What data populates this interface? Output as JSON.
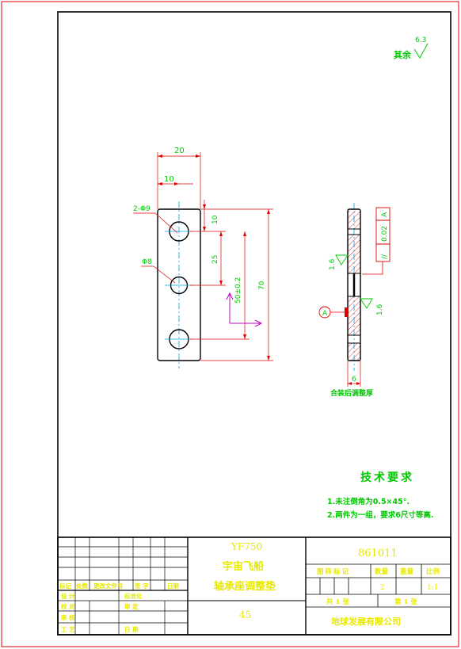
{
  "roughness": {
    "label": "其余",
    "value": "6.3"
  },
  "front_view": {
    "dim_width": "20",
    "dim_hole_x": "10",
    "dim_top": "10",
    "dim_pitch1": "25",
    "dim_pitch2": "50±0.2",
    "dim_height": "70",
    "label_holes": "2-Φ9",
    "label_center": "Φ8"
  },
  "side_view": {
    "roughness_left": "1.6",
    "roughness_right": "1.6",
    "parallel_symbol": "//",
    "parallel_tol": "0.02",
    "parallel_datum": "A",
    "datum_label": "A",
    "dim_thickness": "6",
    "note": "合装后调整厚"
  },
  "tech_req": {
    "title": "技术要求",
    "line1": "1.未注倒角为0.5×45°.",
    "line2": "2.两件为一组，要求6尺寸等高."
  },
  "title_block": {
    "product": "YF750",
    "name1": "宇宙飞船",
    "name2": "轴承座调整垫",
    "material": "45",
    "drawing_no": "861011",
    "hdr_mark": "图样标记",
    "hdr_qty": "数量",
    "hdr_weight": "重量",
    "hdr_scale": "比例",
    "qty_value": "2",
    "scale_value": "1:1",
    "sheets_total": "共 1 张",
    "sheet_no": "第 1 张",
    "company": "地球发展有限公司",
    "rev_mark": "标记",
    "rev_count": "处数",
    "rev_doc": "更改文件号",
    "rev_sign": "签  字",
    "rev_date": "日期",
    "role_design": "设  计",
    "role_check": "校  对",
    "role_review": "审  核",
    "role_process": "工  艺",
    "role_std": "标准化",
    "role_approve": "审  定",
    "role_date": "日  期"
  },
  "colors": {
    "border": "#e00000",
    "frame": "#000000",
    "dimension": "#e00000",
    "centerline": "#00a0e0",
    "text": "#00c800",
    "hatch": "#e00000",
    "accent": "#c000c0",
    "title_yellow": "#e8e800"
  }
}
